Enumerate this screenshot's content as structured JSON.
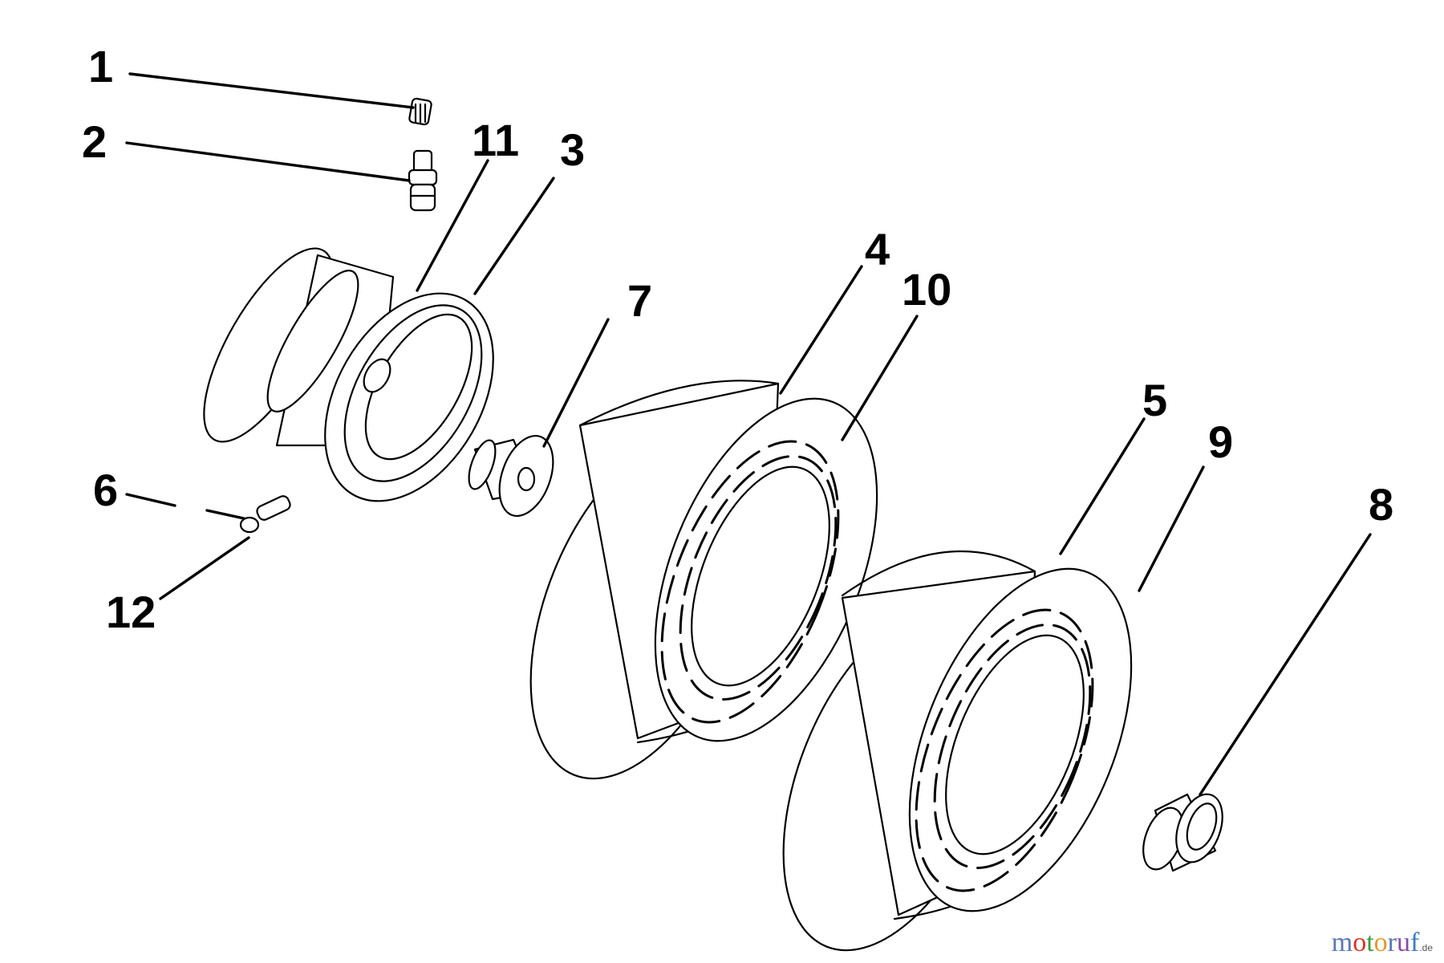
{
  "diagram": {
    "callouts": [
      "1",
      "2",
      "11",
      "3",
      "4",
      "10",
      "7",
      "5",
      "9",
      "8",
      "6",
      "12"
    ],
    "parts": [
      "valve-cap",
      "valve-stem",
      "wheel-rim-hub",
      "rim-flange",
      "bushing-flanged",
      "front-tire",
      "rear-tire",
      "axle-cap",
      "grease-fitting"
    ]
  },
  "watermark": {
    "letters": [
      "m",
      "o",
      "t",
      "o",
      "r",
      "u",
      "f"
    ],
    "tld": ".de",
    "colors": [
      "#5a78b4",
      "#d9332a",
      "#3e9a3b",
      "#e39a26",
      "#5a78b4",
      "#8a4aa3",
      "#3a7fc1"
    ]
  }
}
